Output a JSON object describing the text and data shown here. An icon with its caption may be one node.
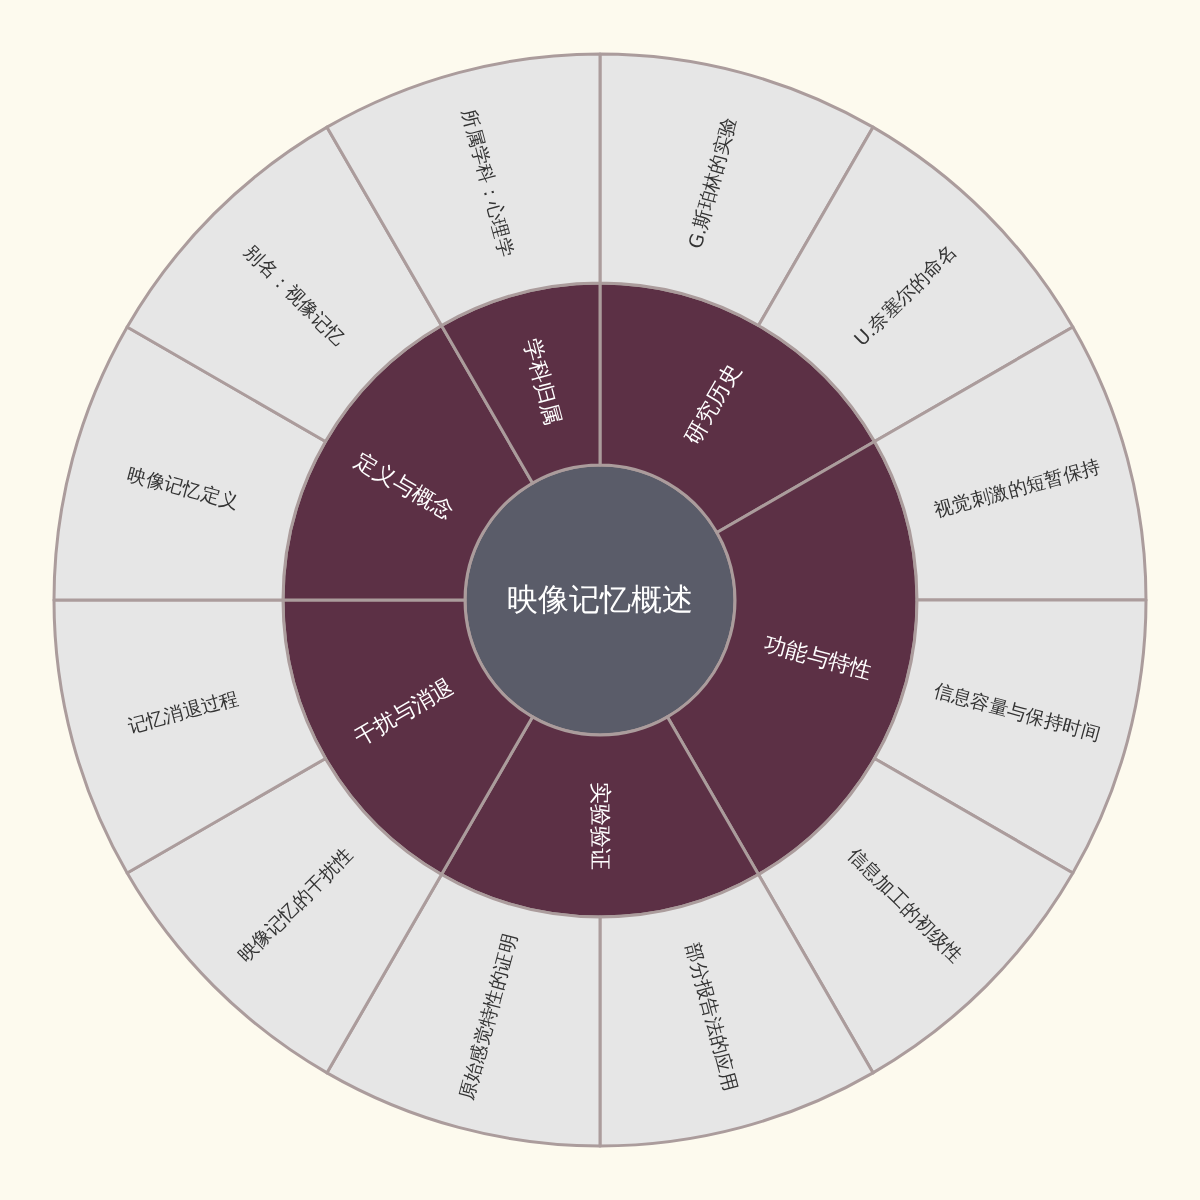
{
  "diagram": {
    "nodes": [
      {
        "text": [
          "映像记忆概述"
        ]
      },
      {
        "text": [
          "研究历史"
        ]
      },
      {
        "text": [
          "功能与特性"
        ]
      },
      {
        "text": [
          "实验验证"
        ]
      },
      {
        "text": [
          "干扰与消退"
        ]
      },
      {
        "text": [
          "定义与概念"
        ]
      },
      {
        "text": [
          "学科归属"
        ]
      },
      {
        "text": [
          "G.斯珀林的实验"
        ]
      },
      {
        "text": [
          "U.奈塞尔的命名"
        ]
      },
      {
        "text": [
          "视觉刺激的短暂保持"
        ]
      },
      {
        "text": [
          "信息容量与保持时间"
        ]
      },
      {
        "text": [
          "信息加工的初级性"
        ]
      },
      {
        "text": [
          "部分报告法的应用"
        ]
      },
      {
        "text": [
          "原始感觉特性的证明"
        ]
      },
      {
        "text": [
          "映像记忆的干扰性"
        ]
      },
      {
        "text": [
          "记忆消退过程"
        ]
      },
      {
        "text": [
          "映像记忆定义"
        ]
      },
      {
        "text": [
          "别名：视像记忆"
        ]
      },
      {
        "text": [
          "所属学科：心理学"
        ]
      }
    ]
  }
}
